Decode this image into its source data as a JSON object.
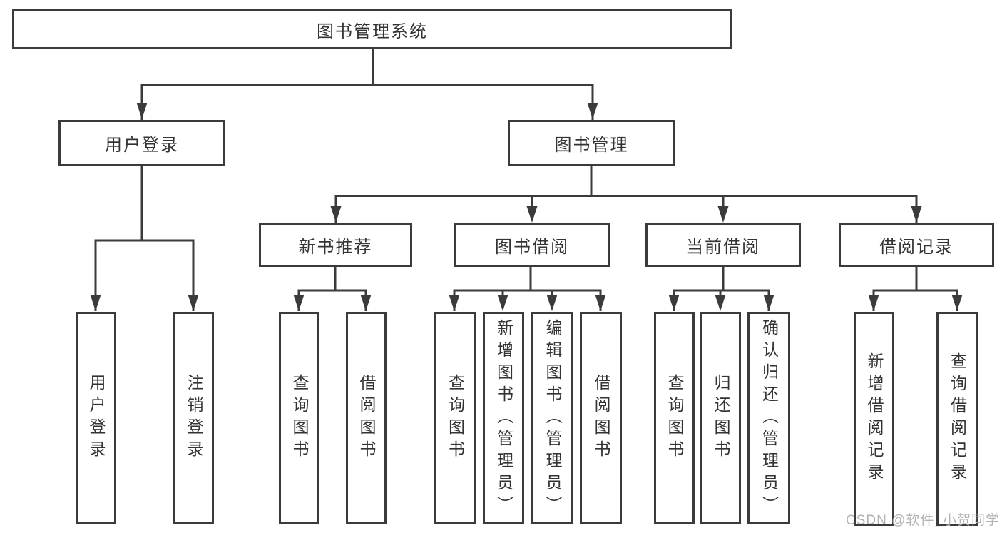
{
  "title": "图书管理系统",
  "tree": {
    "root": {
      "label": "图书管理系统"
    },
    "branches": [
      {
        "label": "用户登录",
        "children": [
          "用户登录",
          "注销登录"
        ]
      },
      {
        "label": "图书管理",
        "groups": [
          {
            "label": "新书推荐",
            "children": [
              "查询图书",
              "借阅图书"
            ]
          },
          {
            "label": "图书借阅",
            "children": [
              "查询图书",
              "新增图书（管理员）",
              "编辑图书（管理员）",
              "借阅图书"
            ]
          },
          {
            "label": "当前借阅",
            "children": [
              "查询图书",
              "归还图书",
              "确认归还（管理员）"
            ]
          },
          {
            "label": "借阅记录",
            "children": [
              "新增借阅记录",
              "查询借阅记录"
            ]
          }
        ]
      }
    ]
  },
  "watermark": "CSDN @软件_小贺同学",
  "colors": {
    "line": "#3b3b3b",
    "box_border": "#3b3b3b",
    "text": "#333333",
    "watermark": "#b3b3b3",
    "background": "#ffffff"
  }
}
